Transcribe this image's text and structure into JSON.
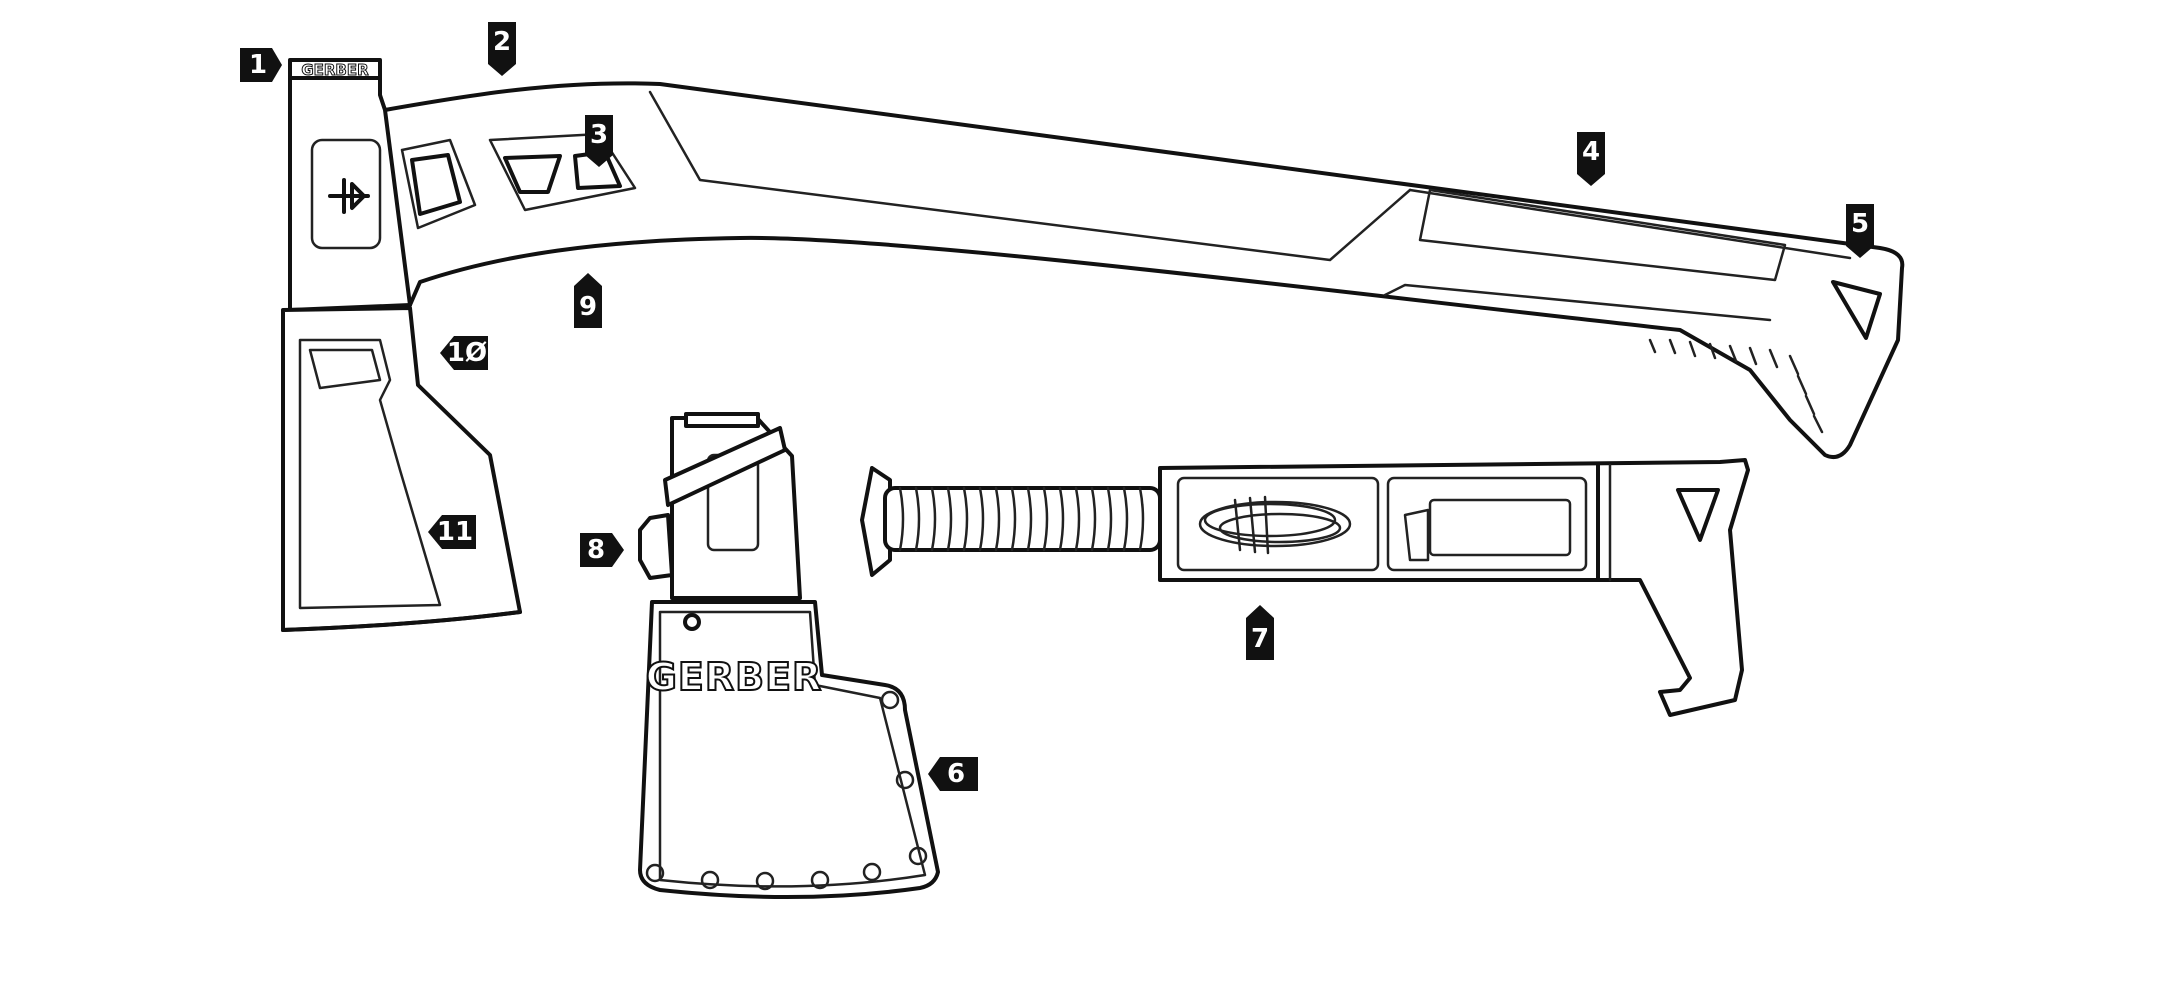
{
  "brand": {
    "head_label": "GERBER",
    "sheath_label": "GERBER"
  },
  "callouts": {
    "c1": "1",
    "c2": "2",
    "c3": "3",
    "c4": "4",
    "c5": "5",
    "c6": "6",
    "c7": "7",
    "c8": "8",
    "c9": "9",
    "c10": "1Ø",
    "c11": "11"
  },
  "colors": {
    "line": "#111111",
    "callout_fill": "#111111",
    "callout_text": "#ffffff",
    "background": "#ffffff"
  },
  "icons": {
    "logo_on_head": "gerber-trident-logo-icon",
    "survival_kit": "coiled-cord-and-firestarter-icon"
  }
}
